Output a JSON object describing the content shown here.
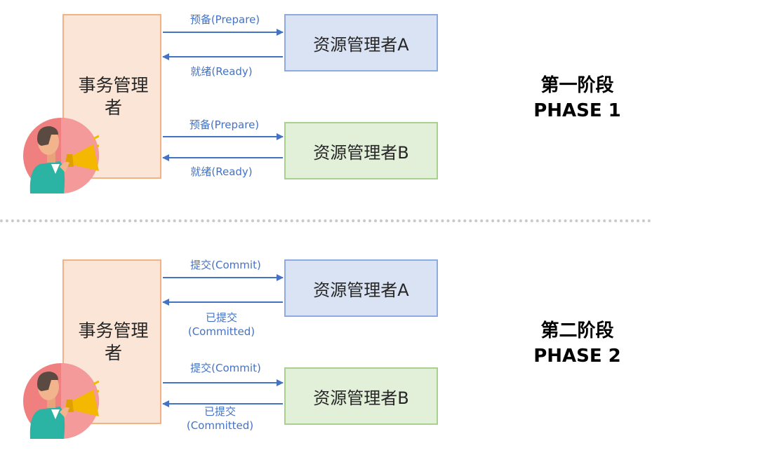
{
  "phases": [
    {
      "title_line1": "第一阶段",
      "title_line2": "PHASE 1",
      "transaction_manager": "事务管理者",
      "resource_manager_a": "资源管理者A",
      "resource_manager_b": "资源管理者B",
      "to_a": "预备(Prepare)",
      "from_a_line1": "就绪(Ready)",
      "from_a_line2": "",
      "to_b": "预备(Prepare)",
      "from_b_line1": "就绪(Ready)",
      "from_b_line2": ""
    },
    {
      "title_line1": "第二阶段",
      "title_line2": "PHASE 2",
      "transaction_manager": "事务管理者",
      "resource_manager_a": "资源管理者A",
      "resource_manager_b": "资源管理者B",
      "to_a": "提交(Commit)",
      "from_a_line1": "已提交",
      "from_a_line2": "(Committed)",
      "to_b": "提交(Commit)",
      "from_b_line1": "已提交",
      "from_b_line2": "(Committed)"
    }
  ],
  "icons": {
    "manager_avatar": "megaphone-person-icon"
  },
  "colors": {
    "tm_fill": "#fbe5d6",
    "tm_border": "#f4b183",
    "rm_a_fill": "#dae3f3",
    "rm_a_border": "#8faadc",
    "rm_b_fill": "#e2f0d9",
    "rm_b_border": "#a9d18e",
    "arrow": "#4472c4"
  }
}
